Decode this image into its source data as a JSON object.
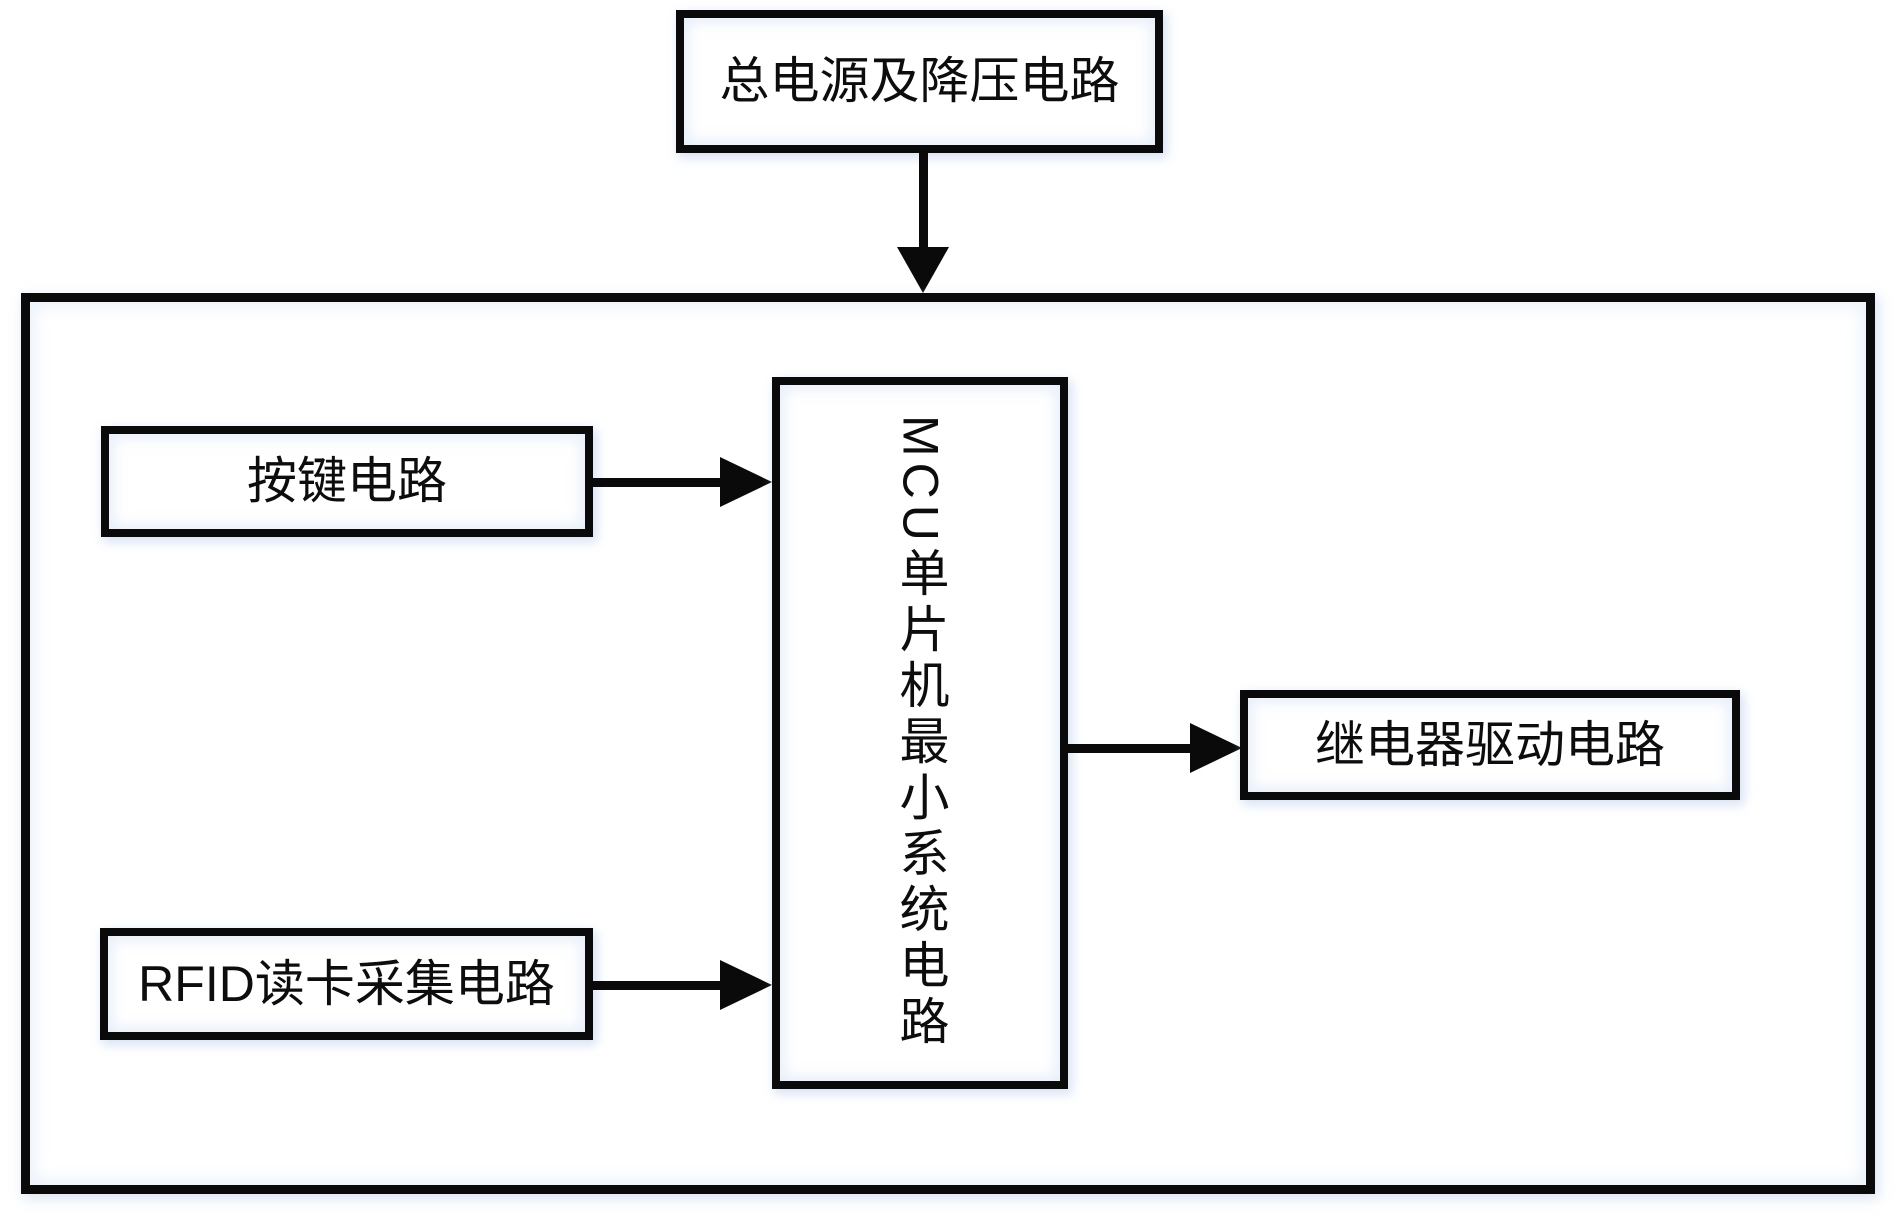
{
  "diagram": {
    "type": "block-diagram",
    "colors": {
      "line": "#0a0a0a",
      "background": "#ffffff",
      "glow": "#dce6f4"
    },
    "nodes": {
      "power": {
        "label": "总电源及降压电路",
        "orientation": "horizontal"
      },
      "keypad": {
        "label": "按键电路",
        "orientation": "horizontal"
      },
      "rfid": {
        "label": "RFID读卡采集电路",
        "orientation": "horizontal"
      },
      "mcu": {
        "label": "MCU单片机最小系统电路",
        "orientation": "vertical"
      },
      "relay": {
        "label": "继电器驱动电路",
        "orientation": "horizontal"
      },
      "system_frame": {
        "label": "",
        "orientation": "container"
      }
    },
    "edges": [
      {
        "from": "power",
        "to": "system_frame",
        "direction": "down"
      },
      {
        "from": "keypad",
        "to": "mcu",
        "direction": "right"
      },
      {
        "from": "rfid",
        "to": "mcu",
        "direction": "right"
      },
      {
        "from": "mcu",
        "to": "relay",
        "direction": "right"
      }
    ]
  }
}
